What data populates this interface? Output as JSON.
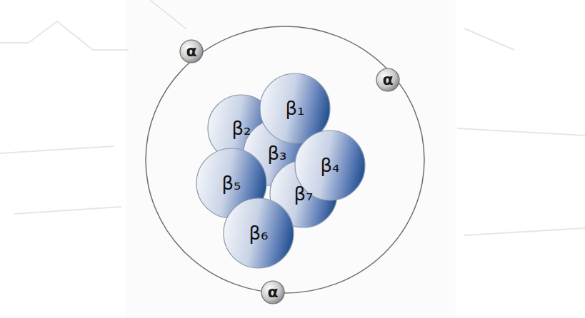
{
  "diagram": {
    "nodes": [
      {
        "text": [
          "α"
        ]
      },
      {
        "text": [
          "α"
        ]
      },
      {
        "text": [
          "β₁"
        ]
      },
      {
        "text": [
          "β₂"
        ]
      },
      {
        "text": [
          "β₃"
        ]
      },
      {
        "text": [
          "β₄"
        ]
      },
      {
        "text": [
          "β₅"
        ]
      },
      {
        "text": [
          "β₆"
        ]
      },
      {
        "text": [
          "β₇"
        ]
      },
      {
        "text": [
          "α"
        ]
      }
    ]
  }
}
